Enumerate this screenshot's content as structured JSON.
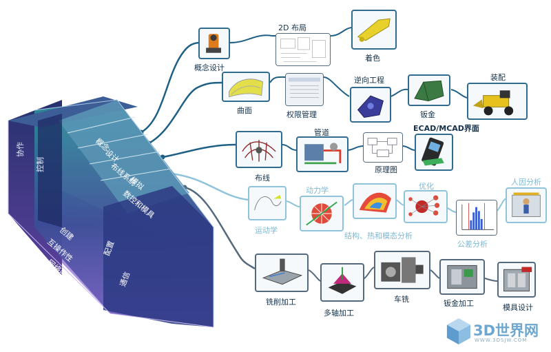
{
  "block": {
    "top_rows": [
      "概念",
      "设计",
      "布线系统",
      "模拟",
      "数控和模具"
    ],
    "side_labels": [
      "协作",
      "控制"
    ],
    "lower_labels": [
      "创建",
      "互操作性",
      "网络服务"
    ],
    "right_labels": [
      "配置",
      "通信"
    ]
  },
  "branches": {
    "concept": {
      "items": [
        "概念设计",
        "2D 布局",
        "着色"
      ]
    },
    "design": {
      "items": [
        "曲面",
        "权限管理",
        "逆向工程",
        "钣金",
        "装配"
      ]
    },
    "routing": {
      "items": [
        "布线",
        "管道",
        "原理图",
        "ECAD/MCAD界面"
      ]
    },
    "simulation": {
      "items": [
        "运动学",
        "动力学",
        "结构、热和模态分析",
        "优化",
        "公差分析",
        "人因分析"
      ]
    },
    "cnc": {
      "items": [
        "铣削加工",
        "多轴加工",
        "车铣",
        "钣金加工",
        "模具设计"
      ]
    }
  },
  "watermark": {
    "title": "3D世界网",
    "url": "WWW.3DSJW.COM"
  },
  "colors": {
    "dark": "#1e5f86",
    "light": "#8fc3da",
    "gray": "#546a7c",
    "block_top": "#5e8fb3",
    "block_side": "#2d3f86",
    "block_bottom": "#9b7ad1"
  }
}
